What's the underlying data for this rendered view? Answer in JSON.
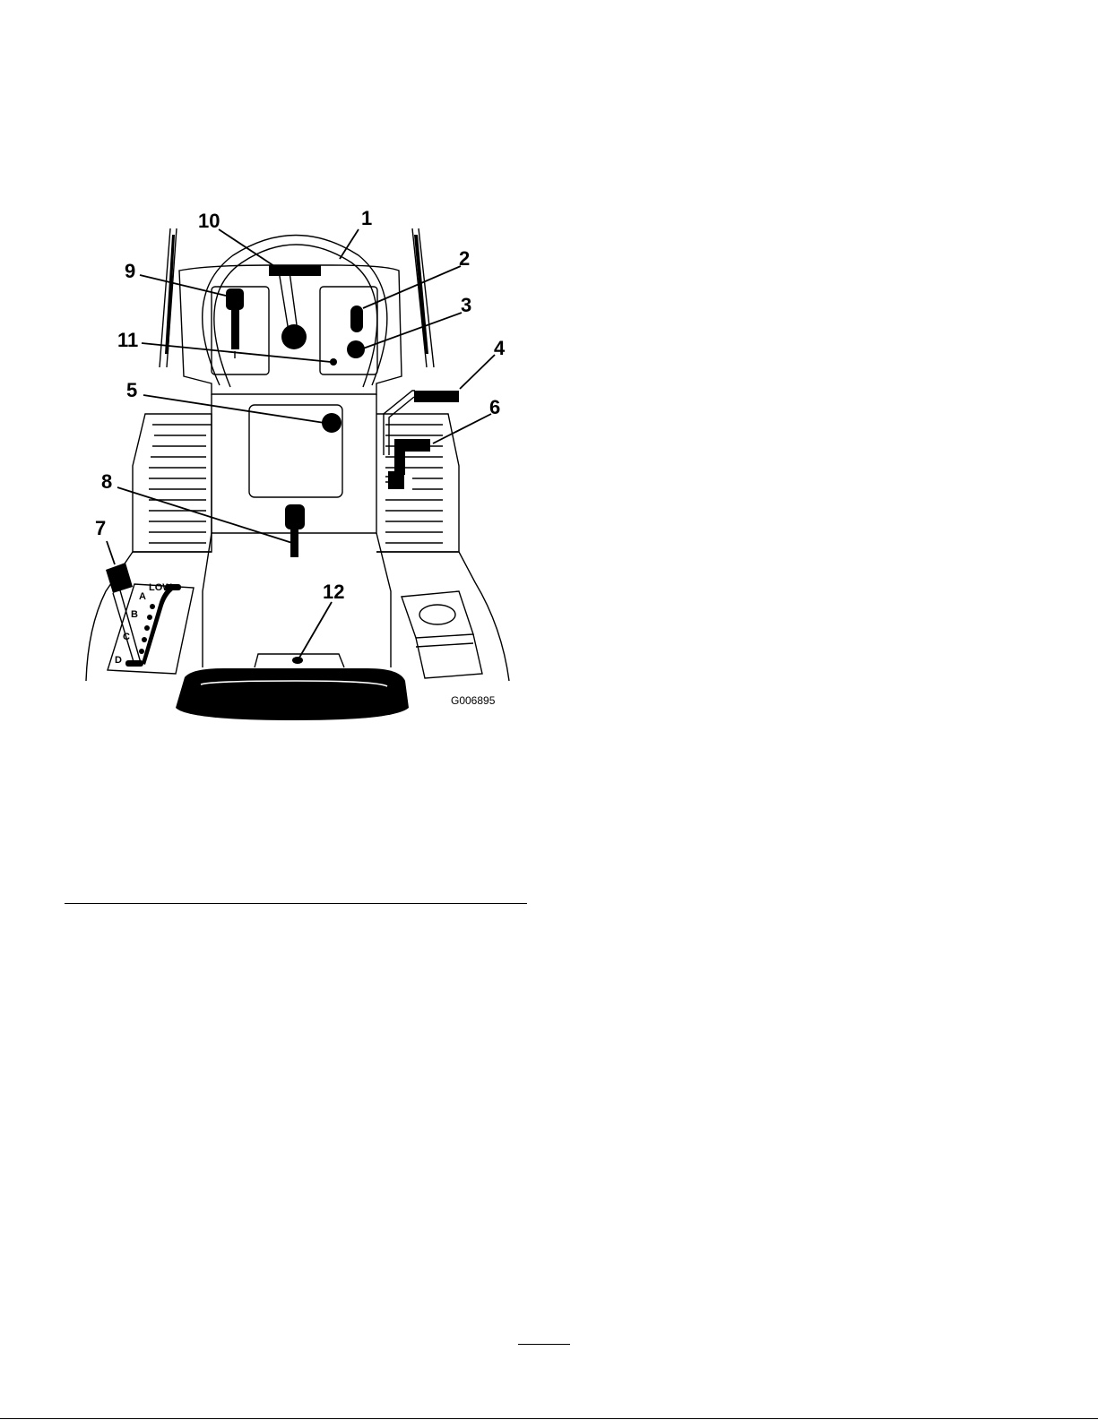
{
  "figure": {
    "id": "G006895",
    "callouts": [
      "1",
      "2",
      "3",
      "4",
      "5",
      "6",
      "7",
      "8",
      "9",
      "10",
      "11",
      "12"
    ],
    "gear_selector": {
      "top_label": "LOW",
      "positions": [
        "A",
        "B",
        "C",
        "D"
      ]
    }
  }
}
